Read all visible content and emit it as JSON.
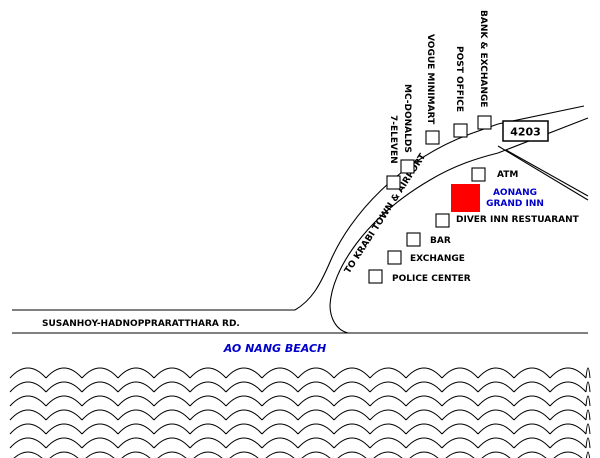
{
  "roads": {
    "street_name": "SUSANHOY-HADNOPPRARATTHARA RD.",
    "airport_road": "TO KRABI TOWN & AIRPORT",
    "highway_number": "4203"
  },
  "hotel": {
    "name_line1": "AONANG",
    "name_line2": "GRAND INN",
    "color": "#ff0000",
    "label_color": "#0000cc"
  },
  "landmarks": {
    "bank": "BANK & EXCHANGE",
    "post": "POST OFFICE",
    "vogue": "VOGUE MINIMART",
    "mcdonalds": "MC-DONALDS",
    "seven_eleven": "7-ELEVEN",
    "atm": "ATM",
    "diver_inn": "DIVER INN RESTUARANT",
    "bar": "BAR",
    "exchange": "EXCHANGE",
    "police": "POLICE CENTER"
  },
  "beach": {
    "name": "AO NANG BEACH",
    "label_color": "#0000cc"
  }
}
